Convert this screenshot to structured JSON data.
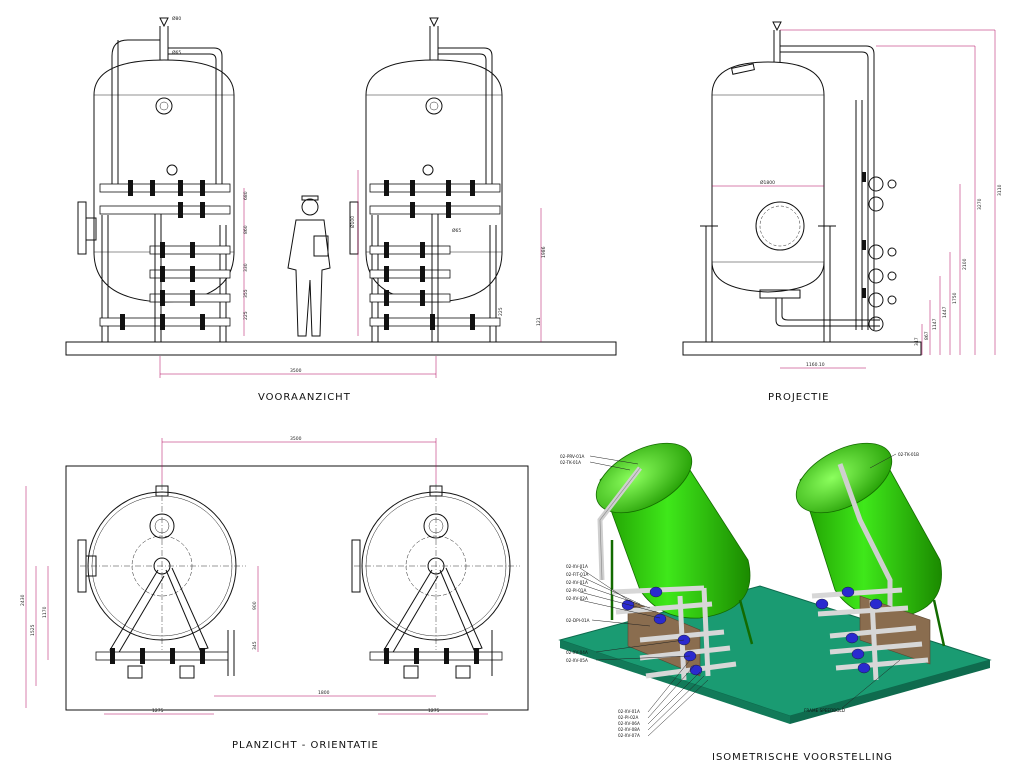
{
  "views": {
    "front": {
      "title": "VOORAANZICHT",
      "dims": {
        "pitch": "3500",
        "vessel_h": "1986",
        "nozzle_top": "Ø80",
        "top_conn": "Ø65",
        "side_a": "680",
        "side_b": "860",
        "side_c": "330",
        "side_d": "355",
        "side_e": "225",
        "side_f": "Ø100",
        "mid": "Ø65",
        "low_a": "225",
        "low_b": "121"
      }
    },
    "side": {
      "title": "PROJECTIE",
      "dims": {
        "diameter": "Ø1800",
        "width": "1160.10",
        "h1": "3110",
        "h2": "3270",
        "h3": "2100",
        "h4": "1750",
        "h5": "1447",
        "h6": "1147",
        "h7": "867",
        "h8": "347"
      }
    },
    "plan": {
      "title": "PLANZICHT - ORIENTATIE",
      "dims": {
        "pitch_top": "3500",
        "pitch_bottom": "1800",
        "half_left": "1275",
        "half_right": "1275",
        "depth": "2430",
        "d2": "1525",
        "d3": "1170",
        "d4": "900",
        "d5": "345"
      }
    },
    "iso": {
      "title": "ISOMETRISCHE VOORSTELLING",
      "tags_top_left": [
        "02-PRV-01A",
        "02-TK-01A"
      ],
      "tag_top_right": "02-TK-01B",
      "tags_left": [
        "02-XV-01A",
        "02-FIT-01A",
        "02-XV-01A",
        "02-PI-01A",
        "02-XV-02A"
      ],
      "tag_dp": "02-DPI-01A",
      "tags_mid": [
        "02-XV-04A",
        "02-XV-05A"
      ],
      "tags_bottom": [
        "02-XV-01A",
        "02-PI-02A",
        "02-XV-06A",
        "02-XV-08A",
        "02-XV-07A"
      ],
      "frame_label": "FRAME SPEEDBOLD"
    }
  },
  "colors": {
    "tank": "#2fd600",
    "tank_dark": "#1f9a00",
    "base": "#1a9b72",
    "valve": "#2a2acf",
    "pipe": "#d7d7d7",
    "plate": "#8a6d4f",
    "dimension": "#b0005a"
  }
}
